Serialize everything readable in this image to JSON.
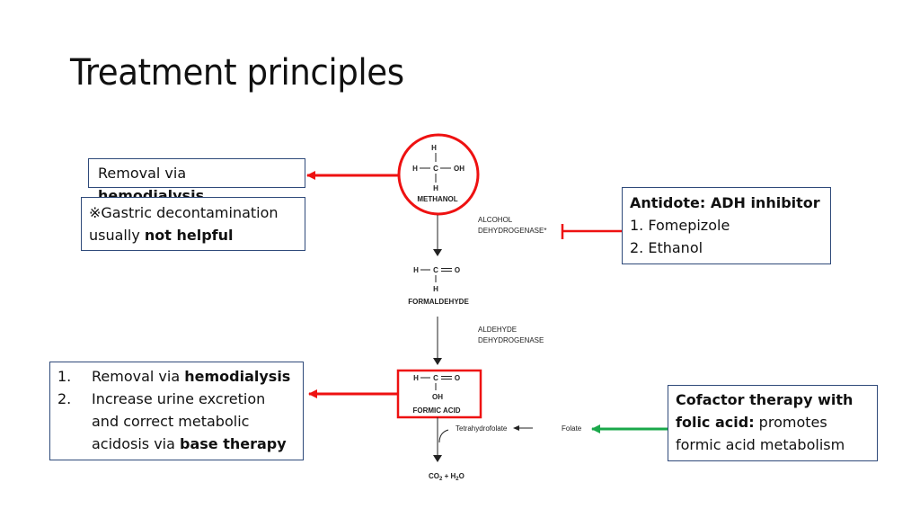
{
  "slide": {
    "title": "Treatment principles"
  },
  "pathway": {
    "methanol": {
      "top": "H",
      "middle_left": "H",
      "center": "C",
      "middle_right": "OH",
      "bottom": "H",
      "label": "METHANOL"
    },
    "enzyme1": {
      "line1": "ALCOHOL",
      "line2": "DEHYDROGENASE*"
    },
    "formaldehyde": {
      "left": "H",
      "center": "C",
      "right": "O",
      "bottom": "H",
      "label": "FORMALDEHYDE"
    },
    "enzyme2": {
      "line1": "ALDEHYDE",
      "line2": "DEHYDROGENASE"
    },
    "formic_acid": {
      "left": "H",
      "center": "C",
      "right": "O",
      "bottom": "OH",
      "label": "FORMIC ACID"
    },
    "cofactor": {
      "thf": "Tetrahydrofolate",
      "folate": "Folate"
    },
    "products": {
      "co2": "CO",
      "co2_sub": "2",
      "plus": " + H",
      "h2o_sub": "2",
      "h2o_tail": "O"
    }
  },
  "boxes": {
    "hemodialysis_methanol": {
      "prefix": "Removal via ",
      "bold": "hemodialysis"
    },
    "gastric": {
      "line1": "※Gastric decontamination",
      "line2_prefix": "usually ",
      "line2_bold": "not helpful"
    },
    "antidote": {
      "heading": "Antidote: ADH inhibitor",
      "items": [
        "1. Fomepizole",
        "2. Ethanol"
      ]
    },
    "formic_treatment": {
      "items": [
        {
          "num": "1.",
          "prefix": "Removal via ",
          "bold": "hemodialysis",
          "suffix": ""
        },
        {
          "num": "2.",
          "prefix": "Increase urine excretion and correct metabolic acidosis via ",
          "bold": "base therapy",
          "suffix": ""
        }
      ]
    },
    "folic": {
      "bold": "Cofactor therapy with folic acid:",
      "rest": " promotes formic acid metabolism"
    }
  },
  "colors": {
    "red": "#ee1111",
    "green": "#1aa84a",
    "box_border": "#2f4a7a",
    "black": "#222222"
  }
}
